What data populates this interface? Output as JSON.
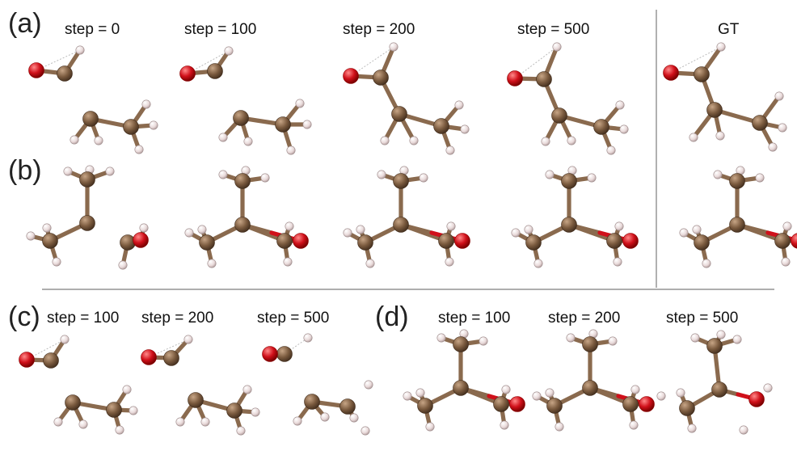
{
  "colors": {
    "carbon": "#7a5a3e",
    "carbon_light": "#b99677",
    "oxygen": "#d0101a",
    "oxygen_light": "#ff6a6a",
    "hydrogen": "#e6d6d6",
    "hydrogen_light": "#ffffff",
    "bond": "#8a6a4e",
    "dashed": "#bbbbbb",
    "divider": "#7d7d7d"
  },
  "panels": {
    "a": {
      "label": "(a)",
      "columns": [
        "step = 0",
        "step = 100",
        "step = 200",
        "step = 500",
        "GT"
      ]
    },
    "b": {
      "label": "(b)"
    },
    "c": {
      "label": "(c)",
      "columns": [
        "step = 100",
        "step = 200",
        "step = 500"
      ]
    },
    "d": {
      "label": "(d)",
      "columns": [
        "step = 100",
        "step = 200",
        "step = 500"
      ]
    }
  }
}
